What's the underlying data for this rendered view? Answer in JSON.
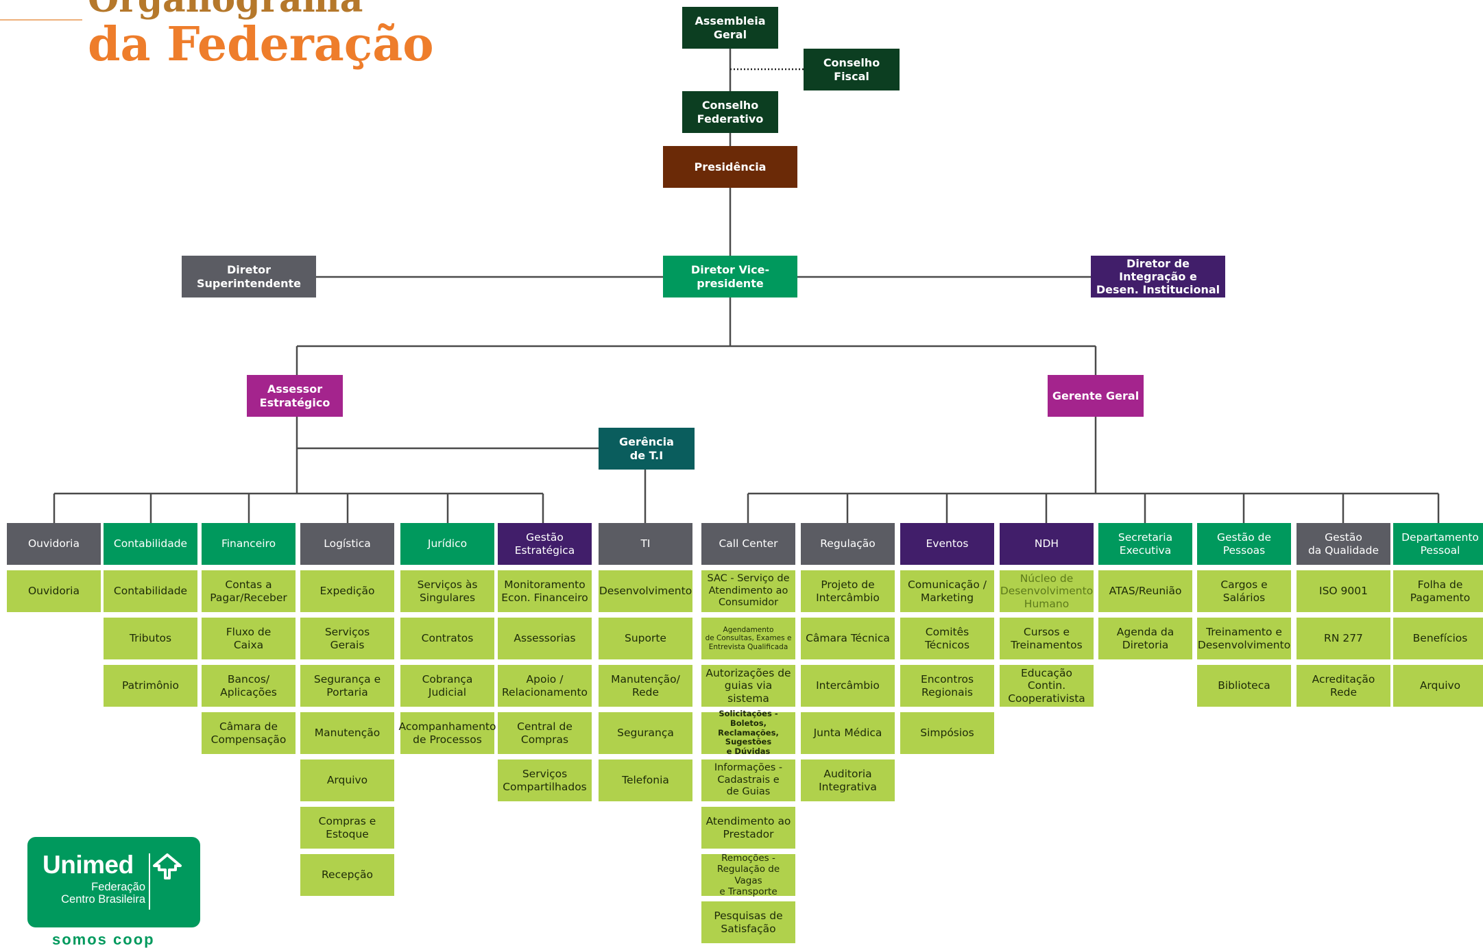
{
  "header": {
    "title_line1": "Organograma",
    "title_line2": "da Federação"
  },
  "colors": {
    "dark_green": "#0c3e21",
    "brown": "#6b2a07",
    "emerald": "#00995d",
    "gray": "#5b5c63",
    "purple": "#411e6a",
    "magenta": "#a4248d",
    "teal": "#0a5d5d",
    "lime": "#b0d14c",
    "line": "#4a4a4a"
  },
  "top": {
    "assembleia": "Assembleia Geral",
    "conselho_fiscal": "Conselho Fiscal",
    "conselho_federativo": "Conselho\nFederativo",
    "presidencia": "Presidência",
    "diretor_superintendente": "Diretor Superintendente",
    "diretor_vice": "Diretor Vice-presidente",
    "diretor_integracao": "Diretor de Integração e\nDesen. Institucional",
    "assessor": "Assessor\nEstratégico",
    "gerente": "Gerente Geral",
    "gerencia_ti": "Gerência\nde T.I"
  },
  "columns": [
    {
      "header": "Ouvidoria",
      "color": "gray",
      "items": [
        "Ouvidoria"
      ]
    },
    {
      "header": "Contabilidade",
      "color": "emerald",
      "items": [
        "Contabilidade",
        "Tributos",
        "Patrimônio"
      ]
    },
    {
      "header": "Financeiro",
      "color": "emerald",
      "items": [
        "Contas a\nPagar/Receber",
        "Fluxo de\nCaixa",
        "Bancos/\nAplicações",
        "Câmara de\nCompensação"
      ]
    },
    {
      "header": "Logística",
      "color": "gray",
      "items": [
        "Expedição",
        "Serviços\nGerais",
        "Segurança e\nPortaria",
        "Manutenção",
        "Arquivo",
        "Compras e\nEstoque",
        "Recepção"
      ]
    },
    {
      "header": "Jurídico",
      "color": "emerald",
      "items": [
        "Serviços às\nSingulares",
        "Contratos",
        "Cobrança\nJudicial",
        "Acompanhamento\nde Processos"
      ]
    },
    {
      "header": "Gestão\nEstratégica",
      "color": "purple",
      "items": [
        "Monitoramento\nEcon. Financeiro",
        "Assessorias",
        "Apoio /\nRelacionamento",
        "Central de\nCompras",
        "Serviços\nCompartilhados"
      ]
    },
    {
      "header": "TI",
      "color": "gray",
      "items": [
        "Desenvolvimento",
        "Suporte",
        "Manutenção/\nRede",
        "Segurança",
        "Telefonia"
      ]
    },
    {
      "header": "Call Center",
      "color": "gray",
      "items": [
        "SAC - Serviço de\nAtendimento ao\nConsumidor",
        "Agendamento\nde Consultas, Exames e\nEntrevista Qualificada",
        "Autorizações de\nguias via sistema",
        "Solicitações - Boletos,\nReclamações, Sugestões\ne Dúvidas",
        "Informações -\nCadastrais e\nde Guias",
        "Atendimento ao\nPrestador",
        "Remoções -\nRegulação de Vagas\ne Transporte",
        "Pesquisas de\nSatisfação"
      ]
    },
    {
      "header": "Regulação",
      "color": "gray",
      "items": [
        "Projeto de\nIntercâmbio",
        "Câmara Técnica",
        "Intercâmbio",
        "Junta Médica",
        "Auditoria\nIntegrativa"
      ]
    },
    {
      "header": "Eventos",
      "color": "purple",
      "items": [
        "Comunicação /\nMarketing",
        "Comitês Técnicos",
        "Encontros\nRegionais",
        "Simpósios"
      ]
    },
    {
      "header": "NDH",
      "color": "purple",
      "items": [
        "Núcleo de\nDesenvolvimento\nHumano",
        "Cursos e\nTreinamentos",
        "Educação Contin.\nCooperativista"
      ]
    },
    {
      "header": "Secretaria\nExecutiva",
      "color": "emerald",
      "items": [
        "ATAS/Reunião",
        "Agenda da\nDiretoria"
      ]
    },
    {
      "header": "Gestão de\nPessoas",
      "color": "emerald",
      "items": [
        "Cargos e\nSalários",
        "Treinamento e\nDesenvolvimento",
        "Biblioteca"
      ]
    },
    {
      "header": "Gestão\nda Qualidade",
      "color": "gray",
      "items": [
        "ISO 9001",
        "RN 277",
        "Acreditação\nRede"
      ]
    },
    {
      "header": "Departamento\nPessoal",
      "color": "emerald",
      "items": [
        "Folha de\nPagamento",
        "Benefícios",
        "Arquivo"
      ]
    }
  ],
  "logo": {
    "brand": "Unimed",
    "line1": "Federação",
    "line2": "Centro Brasileira"
  },
  "tagline": "somos coop"
}
